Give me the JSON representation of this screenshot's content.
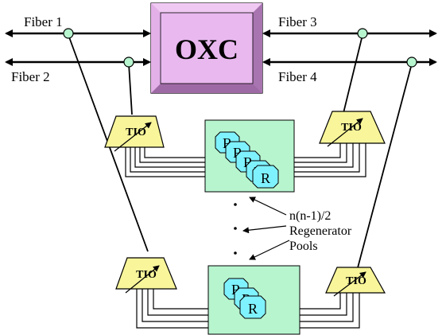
{
  "oxc": {
    "label": "OXC"
  },
  "fibers": {
    "fiber1": "Fiber 1",
    "fiber2": "Fiber 2",
    "fiber3": "Fiber 3",
    "fiber4": "Fiber 4"
  },
  "tio": {
    "label": "TIO"
  },
  "regenerator": {
    "label": "R"
  },
  "annotation": {
    "line1": "n(n-1)/2",
    "line2": "Regenerator",
    "line3": "Pools"
  },
  "colors": {
    "oxc_fill": "#e8b8ef",
    "oxc_frame": "#c98fd0",
    "tio_fill": "#f8f59a",
    "pool_fill": "#b7f5cf",
    "regen_fill": "#7ff2ff"
  }
}
